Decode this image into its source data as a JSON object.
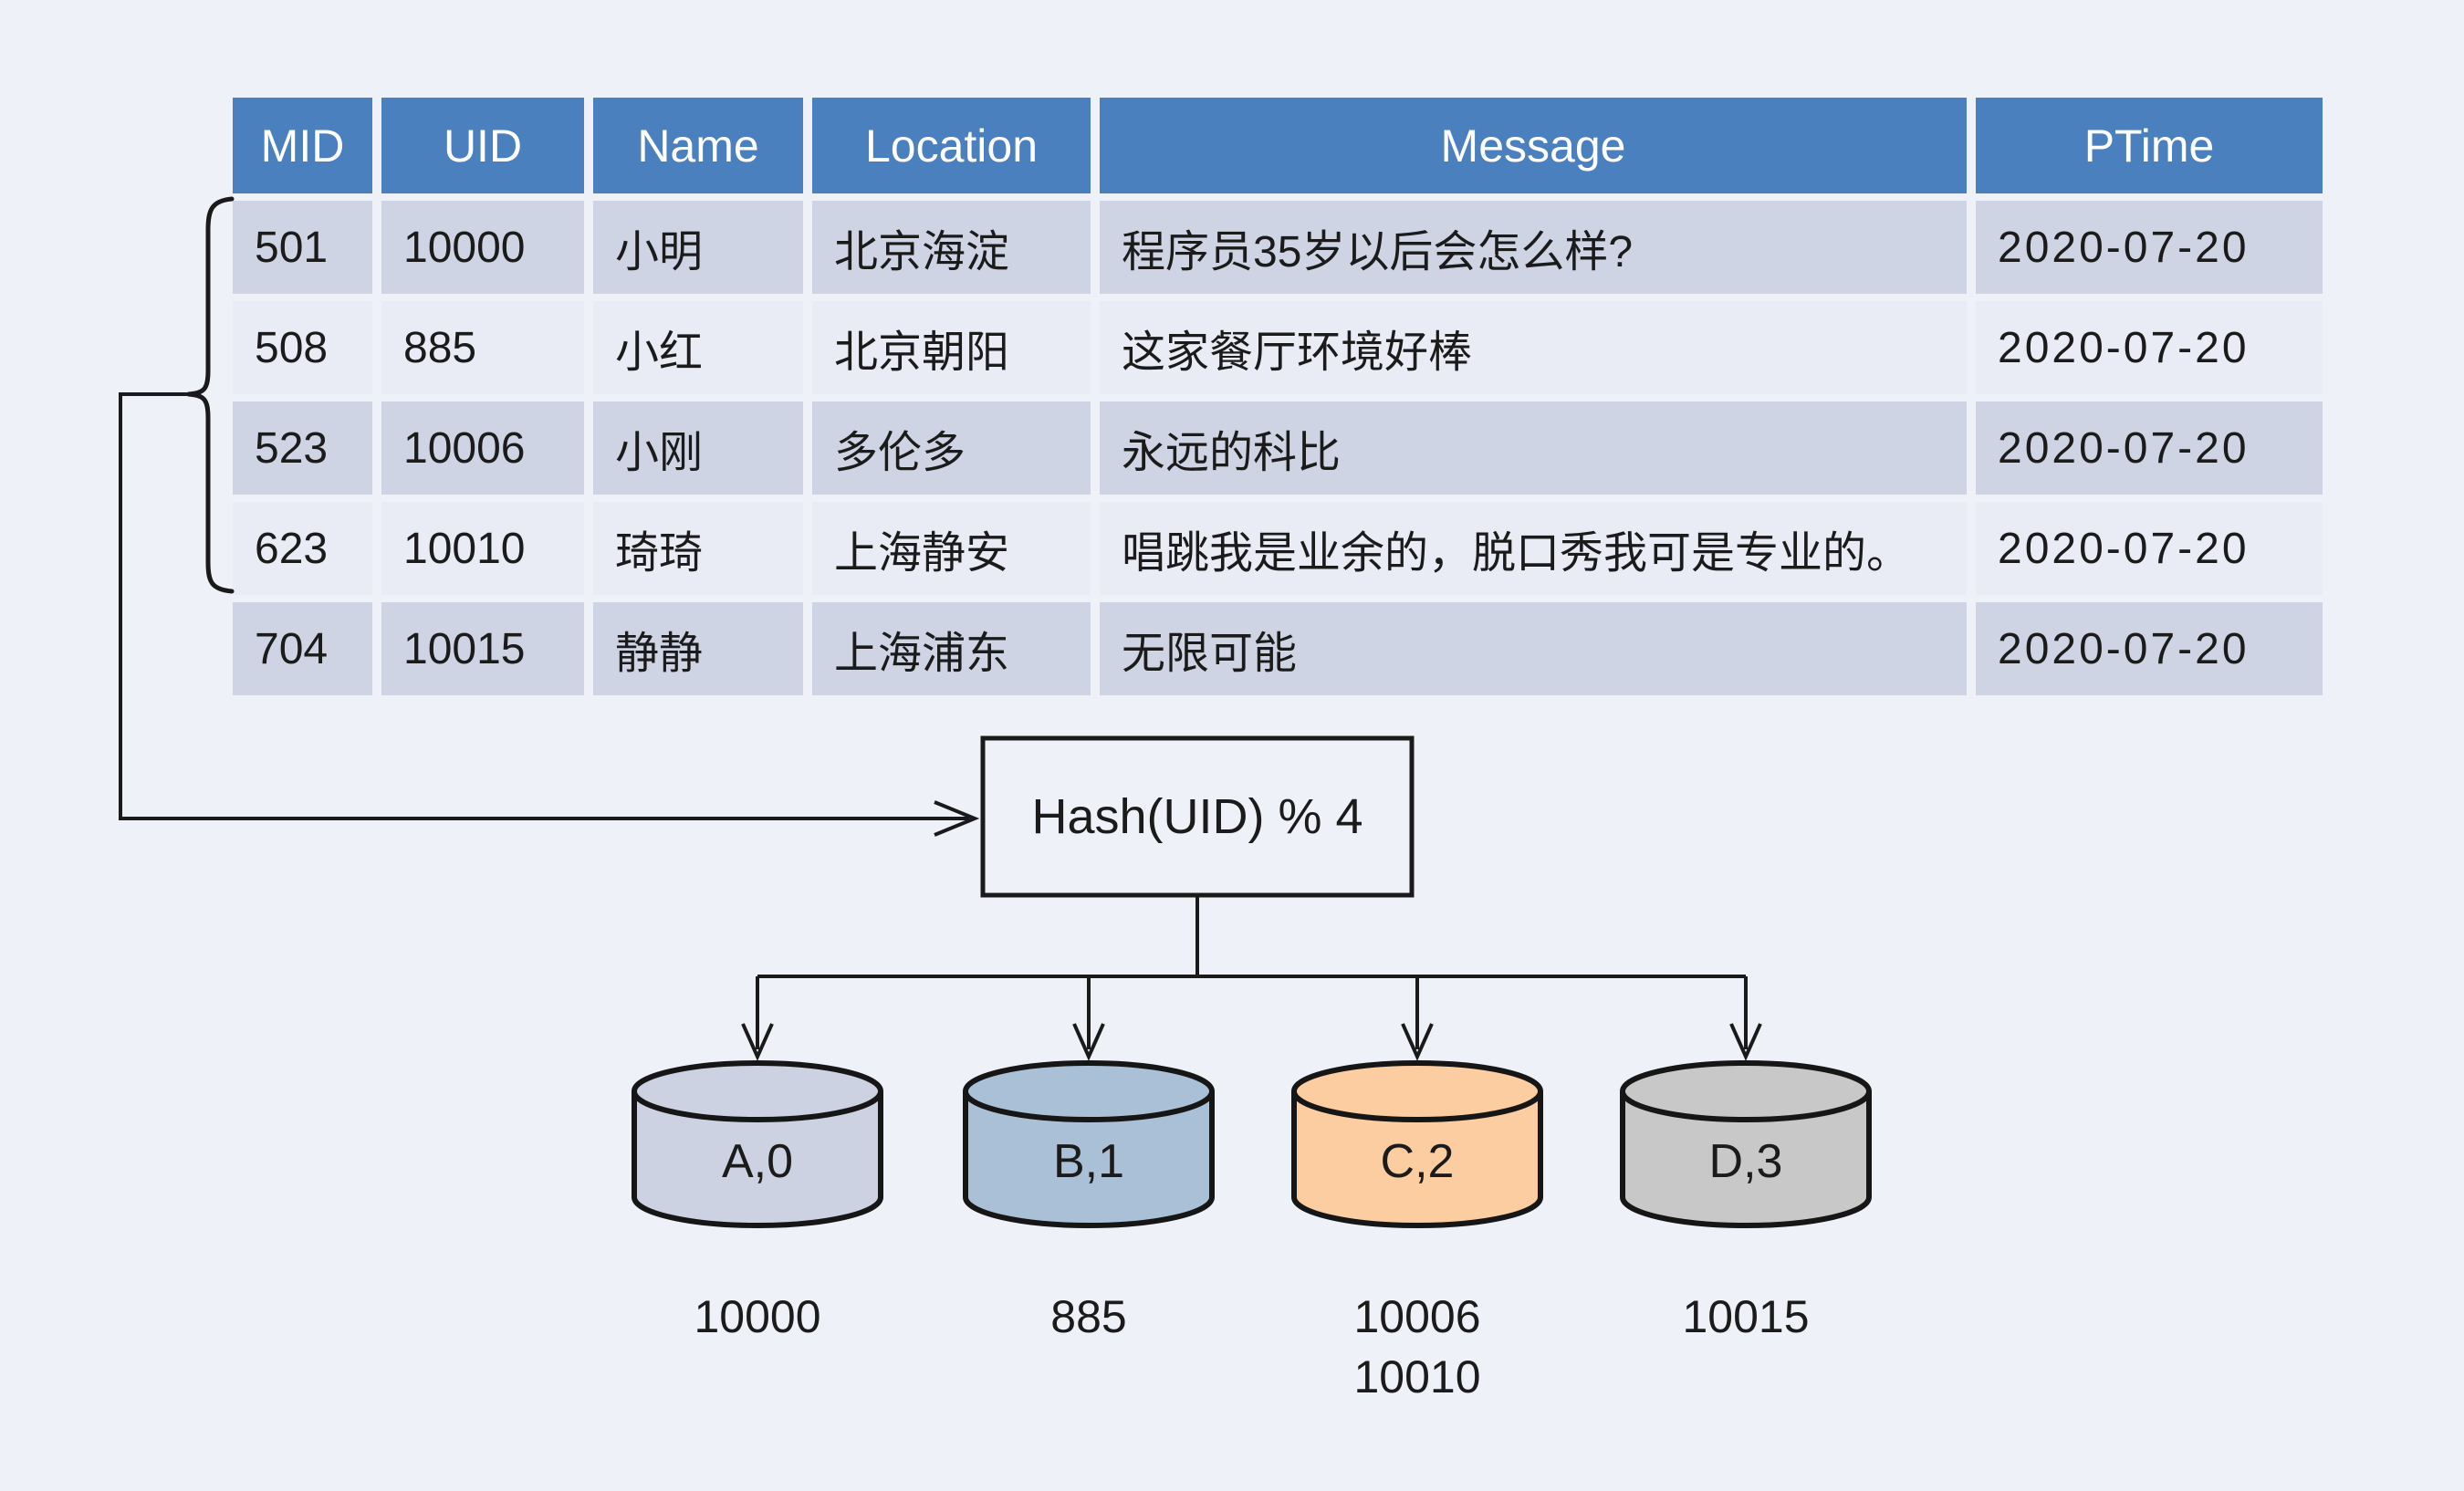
{
  "table": {
    "headers": [
      "MID",
      "UID",
      "Name",
      "Location",
      "Message",
      "PTime"
    ],
    "rows": [
      [
        "501",
        "10000",
        "小明",
        "北京海淀",
        "程序员35岁以后会怎么样?",
        "2020-07-20"
      ],
      [
        "508",
        "885",
        "小红",
        "北京朝阳",
        "这家餐厅环境好棒",
        "2020-07-20"
      ],
      [
        "523",
        "10006",
        "小刚",
        "多伦多",
        "永远的科比",
        "2020-07-20"
      ],
      [
        "623",
        "10010",
        "琦琦",
        "上海静安",
        "唱跳我是业余的，脱口秀我可是专业的。",
        "2020-07-20"
      ],
      [
        "704",
        "10015",
        "静静",
        "上海浦东",
        "无限可能",
        "2020-07-20"
      ]
    ]
  },
  "hash_box": {
    "label": "Hash(UID)  % 4"
  },
  "shards": [
    {
      "label": "A,0",
      "color": "#ccd2e2",
      "uids": [
        "10000"
      ]
    },
    {
      "label": "B,1",
      "color": "#aac0d6",
      "uids": [
        "885"
      ]
    },
    {
      "label": "C,2",
      "color": "#fbcda1",
      "uids": [
        "10006",
        "10010"
      ]
    },
    {
      "label": "D,3",
      "color": "#c8c8c8",
      "uids": [
        "10015"
      ]
    }
  ],
  "colors": {
    "background": "#eef1f7",
    "header_bg": "#4b80bf",
    "row_odd": "#ced4e4",
    "row_even": "#e9ecf4",
    "line": "#1a1a1a"
  }
}
